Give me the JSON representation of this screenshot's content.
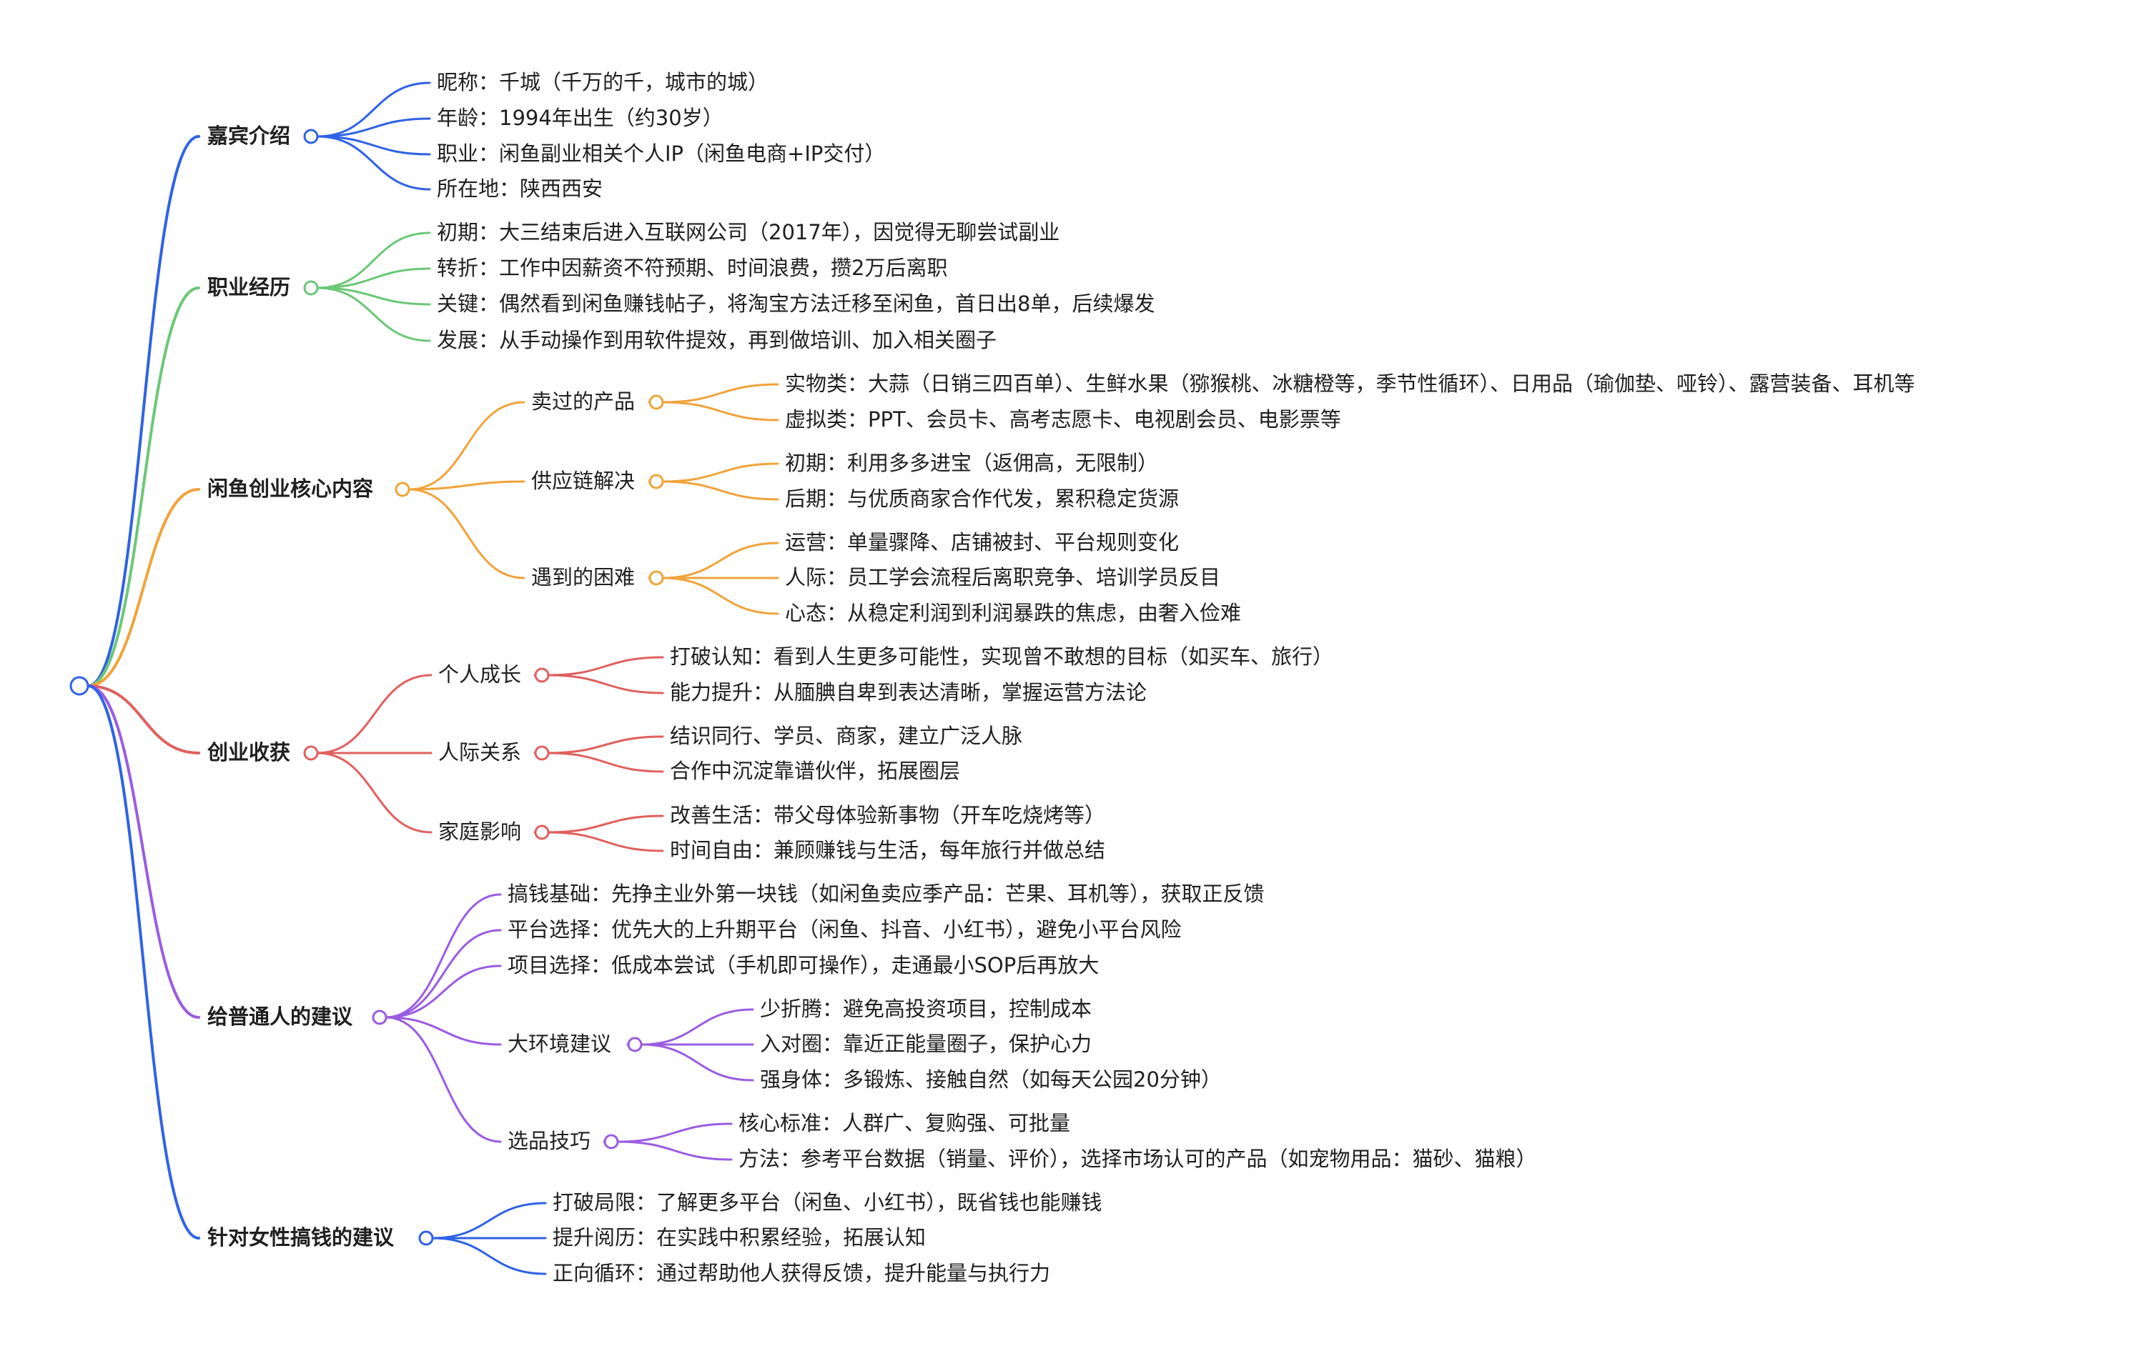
{
  "mindmap": {
    "branches": [
      {
        "label": "嘉宾介绍",
        "color": "#2f62e6",
        "items": [
          {
            "text": "昵称：千城（千万的千，城市的城）"
          },
          {
            "text": "年龄：1994年出生（约30岁）"
          },
          {
            "text": "职业：闲鱼副业相关个人IP（闲鱼电商+IP交付）"
          },
          {
            "text": "所在地：陕西西安"
          }
        ]
      },
      {
        "label": "职业经历",
        "color": "#6cc777",
        "items": [
          {
            "text": "初期：大三结束后进入互联网公司（2017年），因觉得无聊尝试副业"
          },
          {
            "text": "转折：工作中因薪资不符预期、时间浪费，攒2万后离职"
          },
          {
            "text": "关键：偶然看到闲鱼赚钱帖子，将淘宝方法迁移至闲鱼，首日出8单，后续爆发"
          },
          {
            "text": "发展：从手动操作到用软件提效，再到做培训、加入相关圈子"
          }
        ]
      },
      {
        "label": "闲鱼创业核心内容",
        "color": "#f0a33a",
        "items": [
          {
            "label": "卖过的产品",
            "items": [
              {
                "text": "实物类：大蒜（日销三四百单）、生鲜水果（猕猴桃、冰糖橙等，季节性循环）、日用品（瑜伽垫、哑铃）、露营装备、耳机等"
              },
              {
                "text": "虚拟类：PPT、会员卡、高考志愿卡、电视剧会员、电影票等"
              }
            ]
          },
          {
            "label": "供应链解决",
            "items": [
              {
                "text": "初期：利用多多进宝（返佣高，无限制）"
              },
              {
                "text": "后期：与优质商家合作代发，累积稳定货源"
              }
            ]
          },
          {
            "label": "遇到的困难",
            "items": [
              {
                "text": "运营：单量骤降、店铺被封、平台规则变化"
              },
              {
                "text": "人际：员工学会流程后离职竞争、培训学员反目"
              },
              {
                "text": "心态：从稳定利润到利润暴跌的焦虑，由奢入俭难"
              }
            ]
          }
        ]
      },
      {
        "label": "创业收获",
        "color": "#e0605e",
        "items": [
          {
            "label": "个人成长",
            "items": [
              {
                "text": "打破认知：看到人生更多可能性，实现曾不敢想的目标（如买车、旅行）"
              },
              {
                "text": "能力提升：从腼腆自卑到表达清晰，掌握运营方法论"
              }
            ]
          },
          {
            "label": "人际关系",
            "items": [
              {
                "text": "结识同行、学员、商家，建立广泛人脉"
              },
              {
                "text": "合作中沉淀靠谱伙伴，拓展圈层"
              }
            ]
          },
          {
            "label": "家庭影响",
            "items": [
              {
                "text": "改善生活：带父母体验新事物（开车吃烧烤等）"
              },
              {
                "text": "时间自由：兼顾赚钱与生活，每年旅行并做总结"
              }
            ]
          }
        ]
      },
      {
        "label": "给普通人的建议",
        "color": "#9a5ce2",
        "items": [
          {
            "text": "搞钱基础：先挣主业外第一块钱（如闲鱼卖应季产品：芒果、耳机等），获取正反馈"
          },
          {
            "text": "平台选择：优先大的上升期平台（闲鱼、抖音、小红书），避免小平台风险"
          },
          {
            "text": "项目选择：低成本尝试（手机即可操作），走通最小SOP后再放大"
          },
          {
            "label": "大环境建议",
            "items": [
              {
                "text": "少折腾：避免高投资项目，控制成本"
              },
              {
                "text": "入对圈：靠近正能量圈子，保护心力"
              },
              {
                "text": "强身体：多锻炼、接触自然（如每天公园20分钟）"
              }
            ]
          },
          {
            "label": "选品技巧",
            "items": [
              {
                "text": "核心标准：人群广、复购强、可批量"
              },
              {
                "text": "方法：参考平台数据（销量、评价），选择市场认可的产品（如宠物用品：猫砂、猫粮）"
              }
            ]
          }
        ]
      },
      {
        "label": "针对女性搞钱的建议",
        "color": "#2f62e6",
        "items": [
          {
            "text": "打破局限：了解更多平台（闲鱼、小红书），既省钱也能赚钱"
          },
          {
            "text": "提升阅历：在实践中积累经验，拓展认知"
          },
          {
            "text": "正向循环：通过帮助他人获得反馈，提升能量与执行力"
          }
        ]
      }
    ]
  }
}
